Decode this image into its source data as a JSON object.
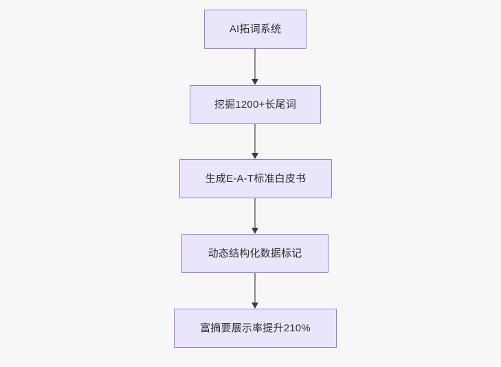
{
  "diagram": {
    "type": "flowchart",
    "orientation": "top-to-bottom",
    "background_color": "#f7f7f8",
    "node_fill_color": "#e9e5fa",
    "node_border_color": "#9b78dd",
    "node_text_color": "#2f2f33",
    "edge_line_color": "#8b8b8d",
    "edge_arrow_color": "#3b3b40",
    "nodes": [
      {
        "id": "n1",
        "label": "AI拓词系统"
      },
      {
        "id": "n2",
        "label": "挖掘1200+长尾词"
      },
      {
        "id": "n3",
        "label": "生成E-A-T标准白皮书"
      },
      {
        "id": "n4",
        "label": "动态结构化数据标记"
      },
      {
        "id": "n5",
        "label": "富摘要展示率提升210%"
      }
    ],
    "edges": [
      {
        "id": "e1",
        "from": "n1",
        "to": "n2",
        "label": "",
        "arrow": "down"
      },
      {
        "id": "e2",
        "from": "n2",
        "to": "n3",
        "label": "",
        "arrow": "down"
      },
      {
        "id": "e3",
        "from": "n3",
        "to": "n4",
        "label": "",
        "arrow": "down"
      },
      {
        "id": "e4",
        "from": "n4",
        "to": "n5",
        "label": "",
        "arrow": "down"
      }
    ]
  }
}
